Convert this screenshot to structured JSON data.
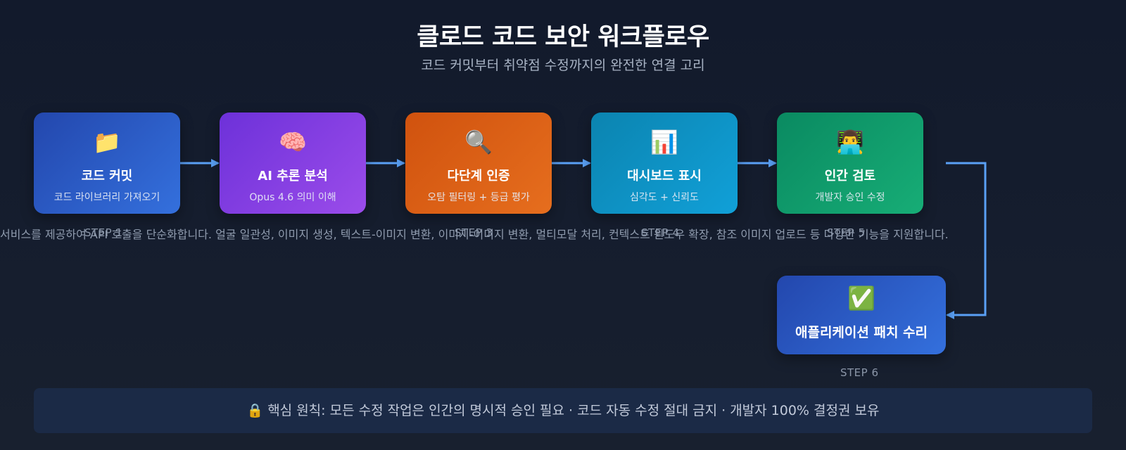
{
  "header": {
    "title": "클로드 코드 보안 워크플로우",
    "subtitle": "코드 커밋부터 취약점 수정까지의 완전한 연결 고리"
  },
  "steps": [
    {
      "icon": "📁",
      "icon_name": "folder-icon",
      "title": "코드 커밋",
      "desc": "코드 라이브러리 가져오기",
      "color": "#2c5fcf"
    },
    {
      "icon": "🧠",
      "icon_name": "brain-icon",
      "title": "AI 추론 분석",
      "desc": "Opus 4.6 의미 이해",
      "color": "#8440e3"
    },
    {
      "icon": "🔍",
      "icon_name": "magnifier-icon",
      "title": "다단계 인증",
      "desc": "오탐 필터링 + 등급 평가",
      "color": "#de6316"
    },
    {
      "icon": "📊",
      "icon_name": "bar-chart-icon",
      "title": "대시보드 표시",
      "desc": "심각도 + 신뢰도",
      "color": "#0f93c6"
    },
    {
      "icon": "👨‍💻",
      "icon_name": "developer-icon",
      "title": "인간 검토",
      "desc": "개발자 승인 수정",
      "color": "#139d6c"
    },
    {
      "icon": "✅",
      "icon_name": "check-icon",
      "title": "애플리케이션 패치 수리",
      "desc": "",
      "color": "#2c5fcf"
    }
  ],
  "step_labels": {
    "step1": "STEP 1",
    "step3": "STEP 3",
    "step4": "STEP 4",
    "step5": "STEP 5",
    "step6": "STEP 6"
  },
  "overlay_text": "서비스를 제공하여 API 호출을 단순화합니다. 얼굴 일관성, 이미지 생성, 텍스트-이미지 변환, 이미지-이미지 변환, 멀티모달 처리, 컨텍스트 윈도우 확장, 참조 이미지 업로드 등 다양한 기능을 지원합니다.",
  "banner": {
    "text": "🔒 핵심 원칙: 모든 수정 작업은 인간의 명시적 승인 필요 · 코드 자동 수정 절대 금지 · 개발자 100% 결정권 보유"
  },
  "colors": {
    "background": "#141c2d",
    "arrow": "#5aa0f5",
    "banner": "#1b2a46"
  }
}
